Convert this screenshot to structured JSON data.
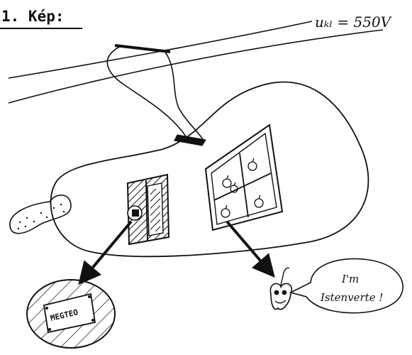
{
  "title": "1. Kép:",
  "voltage_label": "uₖₗ = 550V",
  "box_label": "MEGTEO",
  "speech_lines": [
    "I'm",
    "Istenverte !"
  ]
}
